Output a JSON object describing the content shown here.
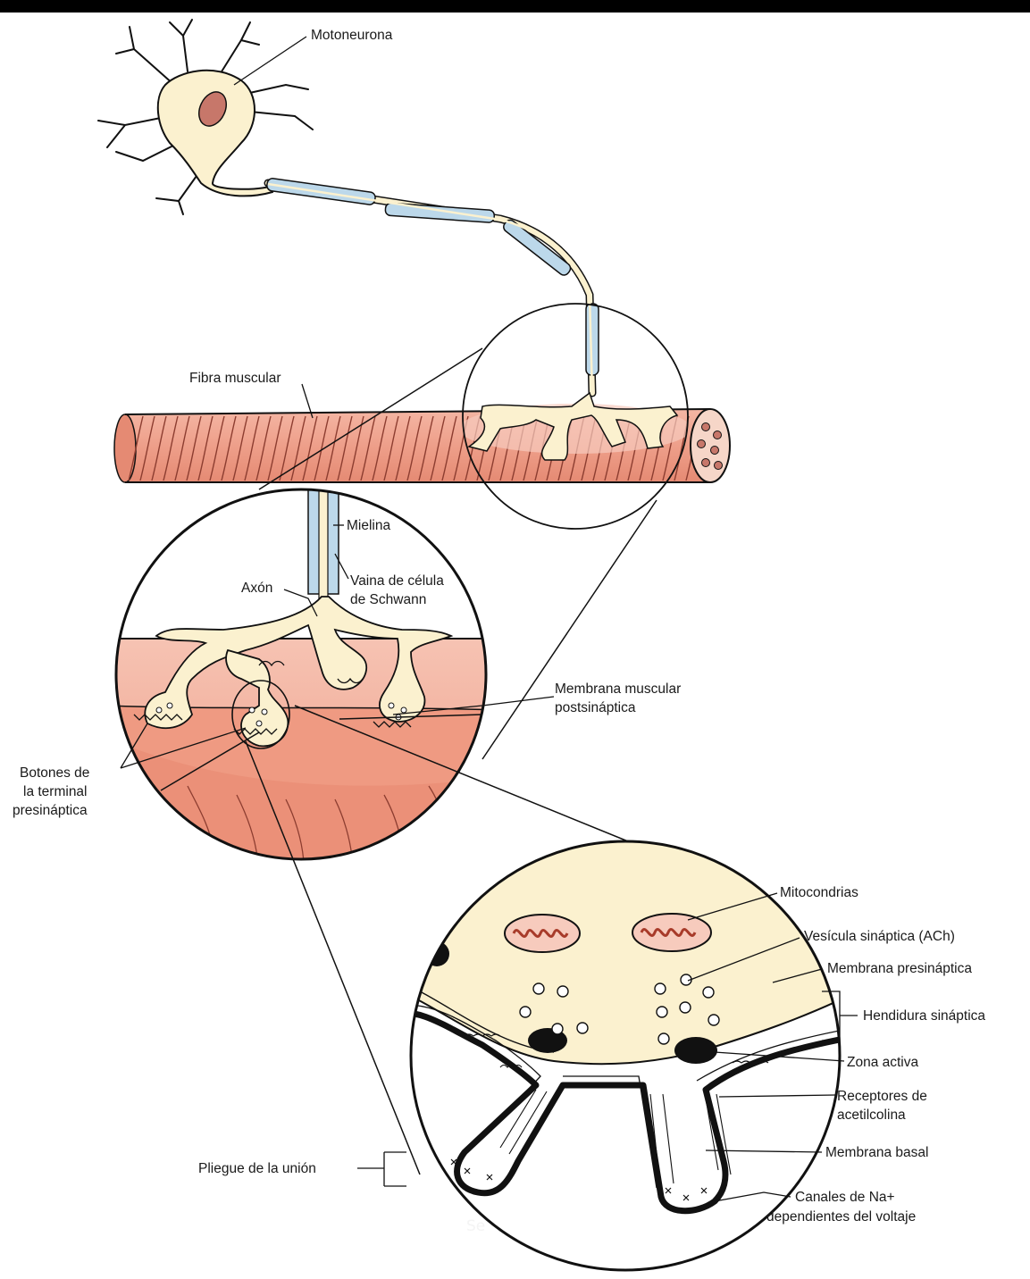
{
  "labels": {
    "motoneurona": "Motoneurona",
    "fibra_muscular": "Fibra muscular",
    "mielina": "Mielina",
    "axon": "Axón",
    "vaina_1": "Vaina de célula",
    "vaina_2": "de Schwann",
    "membrana_muscular_1": "Membrana muscular",
    "membrana_muscular_2": "postsináptica",
    "botones_1": "Botones de",
    "botones_2": "la terminal",
    "botones_3": "presináptica",
    "mitocondrias": "Mitocondrias",
    "vesicula": "Vesícula sináptica (ACh)",
    "membrana_presinaptica": "Membrana presináptica",
    "hendidura": "Hendidura sináptica",
    "zona_activa": "Zona activa",
    "receptores_1": "Receptores de",
    "receptores_2": "acetilcolina",
    "membrana_basal": "Membrana basal",
    "pliegue": "Pliegue de la unión",
    "canales_1": "Canales de Na+",
    "canales_2": "dependientes del voltaje"
  },
  "overlay_text": "Se",
  "colors": {
    "cell_body": "#fbf1cf",
    "nucleus": "#c7776a",
    "myelin": "#bcd8ea",
    "muscle": "#eda08d",
    "muscle_light": "#f7cbbd",
    "outline": "#111111"
  }
}
